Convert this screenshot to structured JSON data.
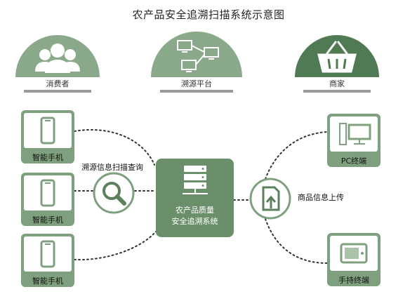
{
  "title": "农产品安全追溯扫描系统示意图",
  "top_nodes": [
    {
      "label": "消费者",
      "icon": "people-icon"
    },
    {
      "label": "溯源平台",
      "icon": "network-icon"
    },
    {
      "label": "商家",
      "icon": "basket-icon"
    }
  ],
  "phones": [
    {
      "label": "智能手机",
      "icon": "smartphone-icon"
    },
    {
      "label": "智能手机",
      "icon": "smartphone-icon"
    },
    {
      "label": "智能手机",
      "icon": "smartphone-icon"
    }
  ],
  "scan_label": "溯源信息扫描查询",
  "center": {
    "line1": "农产品质量",
    "line2": "安全追溯系统",
    "icon": "server-icon"
  },
  "upload_label": "商品信息上传",
  "right_devices": [
    {
      "label": "PC终端",
      "icon": "pc-icon"
    },
    {
      "label": "手持终端",
      "icon": "handheld-terminal-icon"
    }
  ],
  "colors": {
    "light_green": "#8aa88a",
    "dark_green": "#4f7a54",
    "card_green": "#7fa07f",
    "center_green": "#6b8f6b"
  }
}
